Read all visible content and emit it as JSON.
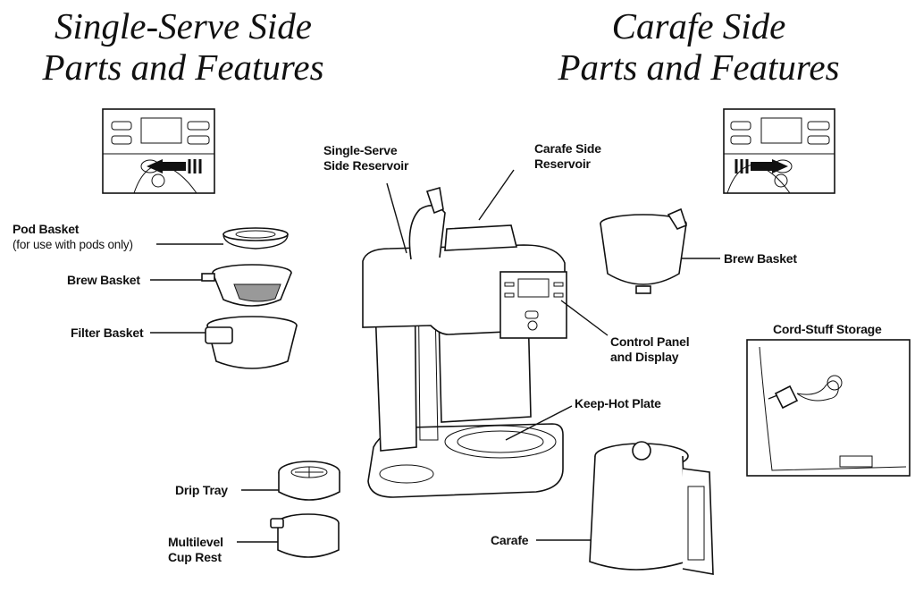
{
  "titles": {
    "left_line1": "Single-Serve Side",
    "left_line2": "Parts and Features",
    "right_line1": "Carafe Side",
    "right_line2": "Parts and Features"
  },
  "labels": {
    "pod_basket": "Pod Basket",
    "pod_basket_note": "(for use with pods only)",
    "brew_basket_left": "Brew Basket",
    "filter_basket": "Filter Basket",
    "drip_tray": "Drip Tray",
    "cup_rest_line1": "Multilevel",
    "cup_rest_line2": "Cup Rest",
    "single_reservoir_line1": "Single-Serve",
    "single_reservoir_line2": "Side Reservoir",
    "carafe_reservoir_line1": "Carafe Side",
    "carafe_reservoir_line2": "Reservoir",
    "brew_basket_right": "Brew Basket",
    "control_panel_line1": "Control Panel",
    "control_panel_line2": "and Display",
    "keep_hot_plate": "Keep-Hot Plate",
    "cord_storage": "Cord-Stuff Storage",
    "carafe": "Carafe"
  }
}
